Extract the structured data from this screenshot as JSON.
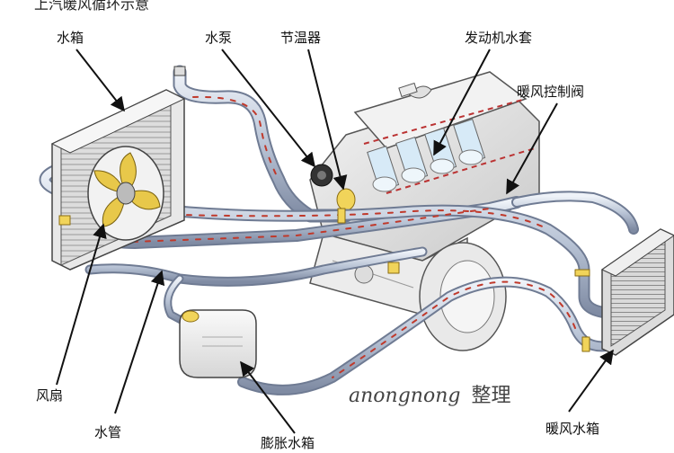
{
  "diagram": {
    "title": "上汽暖风循环示意",
    "labels": {
      "radiator": "水箱",
      "water_pump": "水泵",
      "thermostat": "节温器",
      "engine_water_jacket": "发动机水套",
      "heater_control_valve": "暖风控制阀",
      "fan": "风扇",
      "water_pipe": "水管",
      "expansion_tank": "膨胀水箱",
      "heater_core": "暖风水箱"
    },
    "watermark": {
      "latin": "anongnong",
      "cn": "整理"
    }
  }
}
